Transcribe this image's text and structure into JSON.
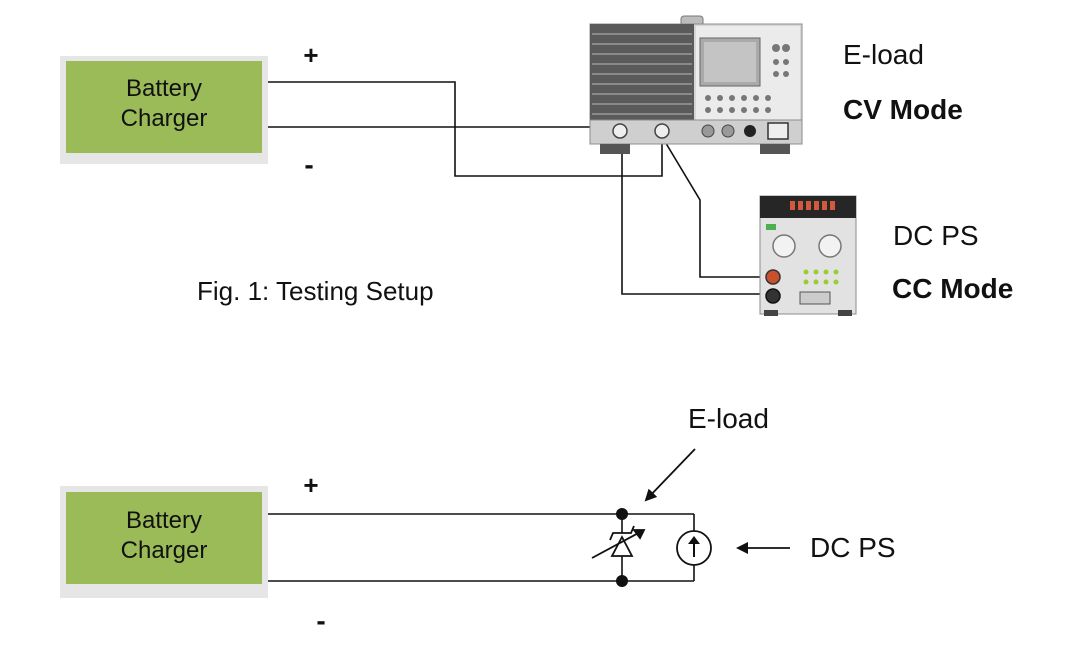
{
  "top_setup": {
    "charger_label_line1": "Battery",
    "charger_label_line2": "Charger",
    "plus": "+",
    "minus": "-",
    "eload_label": "E-load",
    "eload_mode": "CV Mode",
    "dcps_label": "DC PS",
    "dcps_mode": "CC Mode",
    "caption": "Fig. 1: Testing Setup"
  },
  "schematic": {
    "charger_label_line1": "Battery",
    "charger_label_line2": "Charger",
    "plus": "+",
    "minus": "-",
    "eload_label": "E-load",
    "dcps_label": "DC PS"
  },
  "colors": {
    "charger_fill": "#9bbb59",
    "charger_border": "#e6e6e6",
    "wire": "#111111",
    "instrument_body": "#d9d9d9",
    "instrument_dark": "#333333"
  },
  "icons": {
    "eload_instrument": "electronic-load-front-panel",
    "dcps_instrument": "dc-power-supply-front-panel",
    "variable_zener": "variable-zener-diode-symbol",
    "current_source": "current-source-symbol"
  }
}
